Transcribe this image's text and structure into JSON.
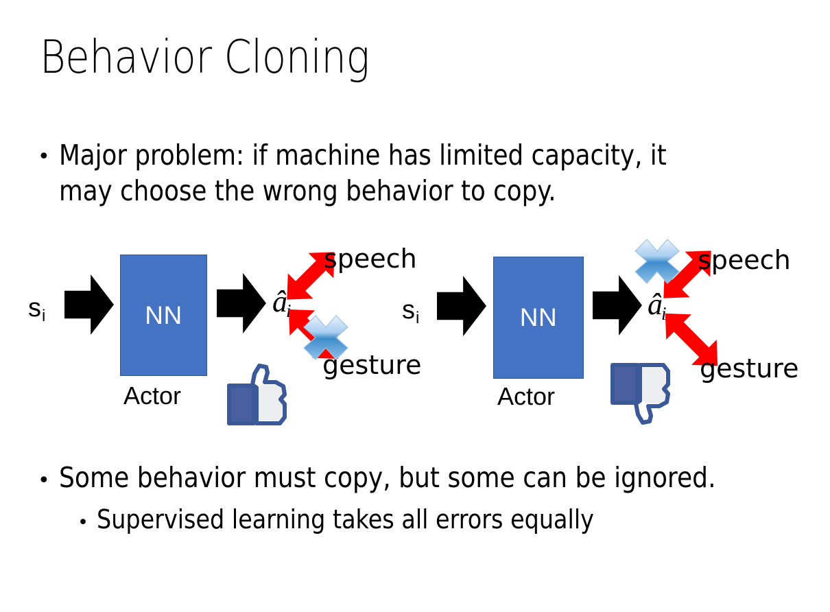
{
  "slide": {
    "title": "Behavior Cloning",
    "background_color": "#FFFFFF",
    "bullets": {
      "top": {
        "marker": "•",
        "text": "Major problem: if machine has limited capacity, it\nmay choose the wrong behavior to copy."
      },
      "bottom_level1": {
        "marker": "•",
        "text": "Some behavior must copy, but some can be ignored."
      },
      "bottom_level2": {
        "marker": "•",
        "text": "Supervised learning takes all errors equally"
      }
    }
  },
  "diagrams": [
    {
      "id": "left",
      "caption": "correct-speech-wrong-gesture",
      "state_label": "s",
      "state_subscript": "i",
      "network_label": "NN",
      "network_caption": "Actor",
      "action_label": "â",
      "action_subscript": "i",
      "output_top": "speech",
      "output_bottom": "gesture",
      "crossed_output": "gesture",
      "feedback_icon": "thumbs-up-icon",
      "colors": {
        "network_fill": "#4573C4",
        "network_border": "#2F5496",
        "flow_arrow": "#000000",
        "output_arrow": "#FF0000",
        "cross_light": "#CFE2F6",
        "cross_dark": "#2E74B5",
        "thumb_outline": "#3B5998",
        "thumb_fill": "#FFFFFF"
      }
    },
    {
      "id": "right",
      "caption": "wrong-speech-correct-gesture",
      "state_label": "s",
      "state_subscript": "i",
      "network_label": "NN",
      "network_caption": "Actor",
      "action_label": "â",
      "action_subscript": "i",
      "output_top": "speech",
      "output_bottom": "gesture",
      "crossed_output": "speech",
      "feedback_icon": "thumbs-down-icon",
      "colors": {
        "network_fill": "#4573C4",
        "network_border": "#2F5496",
        "flow_arrow": "#000000",
        "output_arrow": "#FF0000",
        "cross_light": "#CFE2F6",
        "cross_dark": "#2E74B5",
        "thumb_outline": "#3B5998",
        "thumb_fill": "#FFFFFF"
      }
    }
  ]
}
